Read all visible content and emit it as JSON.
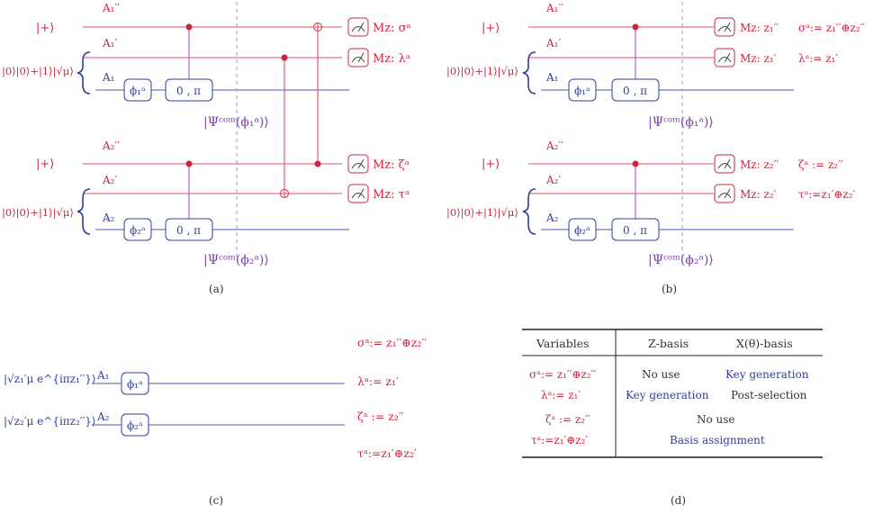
{
  "panels": {
    "a": {
      "caption": "(a)",
      "ket_plus_1": "|+⟩",
      "ket_plus_2": "|+⟩",
      "superpos_1": "|0⟩|0⟩+|1⟩|√μ⟩",
      "superpos_2": "|0⟩|0⟩+|1⟩|√μ⟩",
      "wires": [
        "A₁′′",
        "A₁′",
        "A₁",
        "A₂′′",
        "A₂′",
        "A₂"
      ],
      "phase_box_1": "ϕ₁ᵃ",
      "phase_box_2": "ϕ₂ᵃ",
      "zero_pi_1": "0 , π",
      "zero_pi_2": "0 , π",
      "psi_1": "|Ψᶜᵒᵐ(ϕ₁ᵃ)⟩",
      "psi_2": "|Ψᶜᵒᵐ(ϕ₂ᵃ)⟩",
      "measurements": [
        "Mz: σᵃ",
        "Mz: λᵃ",
        "Mz: ζᵃ",
        "Mz: τᵃ"
      ]
    },
    "b": {
      "caption": "(b)",
      "ket_plus_1": "|+⟩",
      "ket_plus_2": "|+⟩",
      "superpos_1": "|0⟩|0⟩+|1⟩|√μ⟩",
      "superpos_2": "|0⟩|0⟩+|1⟩|√μ⟩",
      "wires": [
        "A₁′′",
        "A₁′",
        "A₁",
        "A₂′′",
        "A₂′",
        "A₂"
      ],
      "phase_box_1": "ϕ₁ᵃ",
      "phase_box_2": "ϕ₂ᵃ",
      "zero_pi_1": "0 , π",
      "zero_pi_2": "0 , π",
      "psi_1": "|Ψᶜᵒᵐ(ϕ₁ᵃ)⟩",
      "psi_2": "|Ψᶜᵒᵐ(ϕ₂ᵃ)⟩",
      "measurements": [
        "Mz: z₁′′",
        "Mz: z₁′",
        "Mz: z₂′′",
        "Mz: z₂′"
      ],
      "assignments": [
        "σᵃ:= z₁′′⊕z₂′′",
        "λᵃ:= z₁′",
        "ζᵃ := z₂′′",
        "τᵃ:=z₁′⊕z₂′"
      ]
    },
    "c": {
      "caption": "(c)",
      "state_1": "|√z₁′μ e^{iπz₁′′}⟩",
      "state_2": "|√z₂′μ e^{iπz₂′′}⟩",
      "wire_1": "A₁",
      "wire_2": "A₂",
      "phase_box_1": "ϕ₁ᵃ",
      "phase_box_2": "ϕ₂ᵃ",
      "defs": [
        "σᵃ:= z₁′′⊕z₂′′",
        "λᵃ:= z₁′",
        "ζᵃ := z₂′′",
        "τᵃ:=z₁′⊕z₂′"
      ]
    },
    "d": {
      "caption": "(d)",
      "headers": [
        "Variables",
        "Z-basis",
        "X(θ)-basis"
      ],
      "rows": [
        {
          "var": "σᵃ:= z₁′′⊕z₂′′",
          "z": "No use",
          "x": "Key generation"
        },
        {
          "var": "λᵃ:= z₁′",
          "z": "Key generation",
          "x": "Post-selection"
        },
        {
          "var": "ζᵃ := z₂′′",
          "span": "No use"
        },
        {
          "var": "τᵃ:=z₁′⊕z₂′",
          "span": "Basis assignment"
        }
      ]
    }
  },
  "colors": {
    "red": "#d0233f",
    "blue": "#2f3f9a",
    "purple": "#7a3fa6",
    "dashed": "#a79ad8"
  }
}
